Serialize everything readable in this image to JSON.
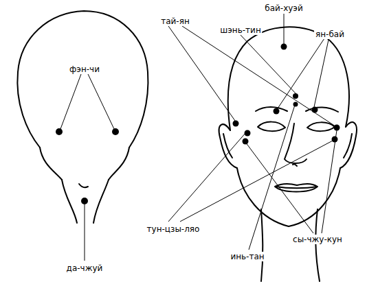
{
  "diagram": {
    "labels": [
      "фэн-чи",
      "да-чжуй",
      "тай-ян",
      "шэнь-тин",
      "бай-хуэй",
      "ян-бай",
      "тун-цзы-ляо",
      "инь-тан",
      "сы-чжу-кун"
    ]
  }
}
